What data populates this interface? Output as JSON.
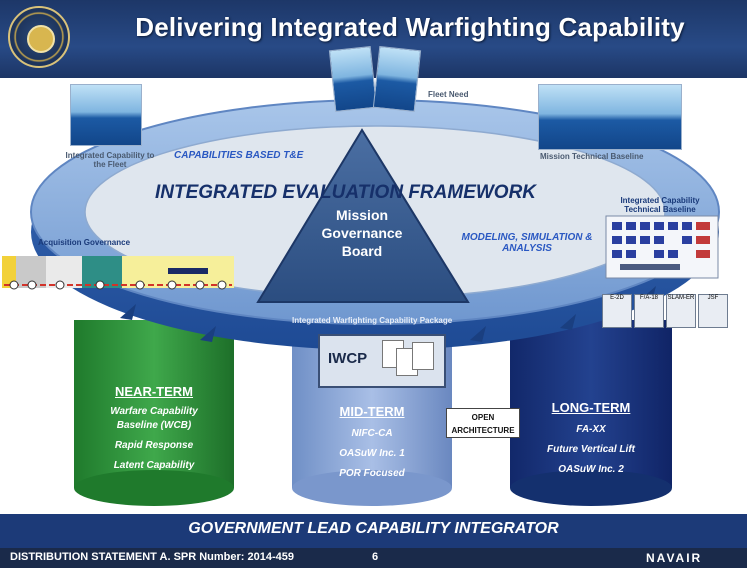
{
  "header": {
    "title": "Delivering Integrated Warfighting Capability"
  },
  "ring": {
    "top_center_label": "Fleet Need",
    "top_left_label": "Integrated Capability to the Fleet",
    "top_right_label": "Mission Technical Baseline",
    "capabilities_label": "CAPABILITIES BASED T&E",
    "framework_label": "INTEGRATED EVALUATION FRAMEWORK",
    "modeling_label": "MODELING, SIMULATION & ANALYSIS",
    "acquisition_label": "Acquisition Governance",
    "right_tech_baseline": "Integrated Capability Technical Baseline",
    "package_label": "Integrated Warfighting Capability Package"
  },
  "triangle": {
    "text": "Mission Governance Board"
  },
  "baseline_cards": [
    {
      "title": "E-2D"
    },
    {
      "title": "F/A-18"
    },
    {
      "title": "SLAM-ER"
    },
    {
      "title": "JSF"
    }
  ],
  "iwcp": {
    "label": "IWCP"
  },
  "open_architecture": {
    "line1": "OPEN",
    "line2": "ARCHITECTURE"
  },
  "pillars": {
    "near": {
      "title": "NEAR-TERM",
      "items": [
        "Warfare Capability Baseline (WCB)",
        "Rapid Response",
        "Latent Capability"
      ]
    },
    "mid": {
      "title": "MID-TERM",
      "items": [
        "NIFC-CA",
        "OASuW Inc. 1",
        "POR Focused"
      ]
    },
    "long": {
      "title": "LONG-TERM",
      "items": [
        "FA-XX",
        "Future Vertical Lift",
        "OASuW Inc. 2"
      ]
    }
  },
  "footer": {
    "band": "GOVERNMENT LEAD CAPABILITY INTEGRATOR",
    "statement": "DISTRIBUTION STATEMENT A. SPR Number: 2014-459",
    "page": "6",
    "logo": "NAVAIR"
  },
  "colors": {
    "header": "#284a86",
    "near_term": "#2f8f3a",
    "mid_term": "#8aa6d6",
    "long_term": "#1c3a78",
    "ring": "#7fa6d8"
  }
}
